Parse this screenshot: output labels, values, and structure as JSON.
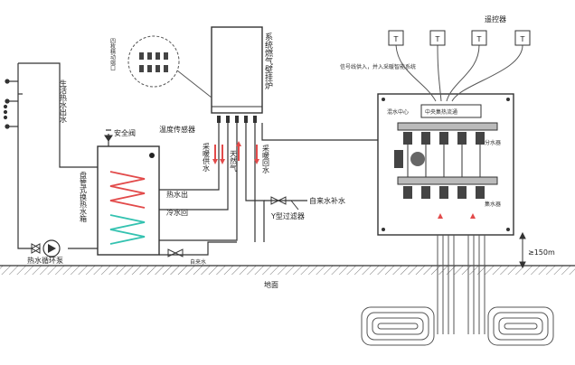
{
  "labels": {
    "hot_water_out_vertical": "生活热水出水",
    "pump": "热水循环泵",
    "tank": "盘管式换热水箱",
    "safety_valve": "安全阀",
    "temp_sensor": "温度传感器",
    "boiler": "系统燃气壁挂炉",
    "boiler_inlet_note": "四枚精动端口",
    "heating_supply": "采暖供水",
    "gas": "天然气",
    "heating_return": "采暖回水",
    "hot_water_out": "热水出",
    "cold_water_return": "冷水回",
    "tap_water_inlet": "自来水补水",
    "y_filter": "Y型过滤器",
    "tap_water": "自来水",
    "ground": "地面",
    "thermostat_group": "遥控器",
    "cable_note": "信号线供入，并入采暖智能系统",
    "mixing_center": "混水中心",
    "manifold_center": "中央集热流通",
    "distributor": "分水器",
    "collector": "集水器",
    "height_note": "≥150m",
    "thermostat_label": "T"
  },
  "colors": {
    "line": "#333333",
    "cold": "#33c2b0",
    "hot": "#e24a4a",
    "ground_hatch": "#555555"
  }
}
